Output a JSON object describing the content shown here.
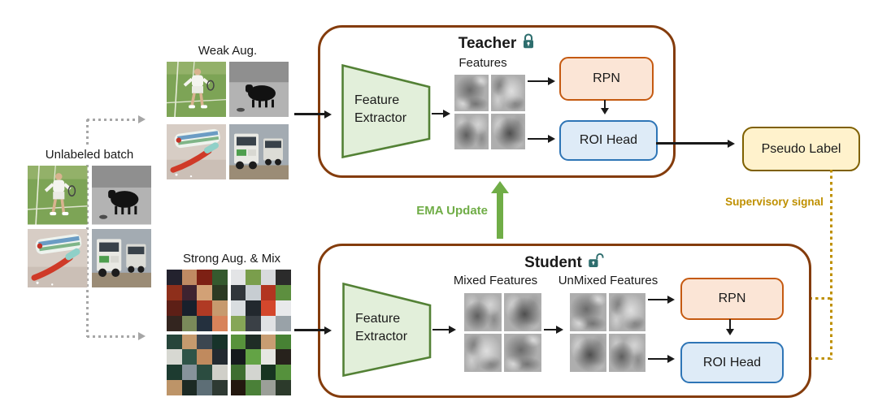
{
  "colors": {
    "frame_border": "#843C0C",
    "extractor_fill": "#E2EFDA",
    "extractor_border": "#538135",
    "rpn_fill": "#FBE5D6",
    "rpn_border": "#C55A11",
    "roi_fill": "#DEEBF7",
    "roi_border": "#2E75B6",
    "pseudo_fill": "#FFF2CC",
    "pseudo_border": "#7F6000",
    "ema_green": "#70AD47",
    "gold": "#BF9000",
    "gray": "#A6A6A6",
    "lock_teal": "#2E6E6E"
  },
  "left_panel": {
    "unlabeled_label": "Unlabeled batch",
    "weak_label": "Weak Aug.",
    "strong_label": "Strong Aug. & Mix",
    "images": [
      "tennis-player",
      "cow",
      "toothbrush",
      "trucks"
    ]
  },
  "teacher": {
    "title": "Teacher",
    "lock_icon": "lock-closed-icon",
    "extractor_label": "Feature Extractor",
    "features_label": "Features",
    "rpn_label": "RPN",
    "roi_label": "ROI Head"
  },
  "student": {
    "title": "Student",
    "lock_icon": "lock-open-icon",
    "extractor_label": "Feature Extractor",
    "mixed_label": "Mixed Features",
    "unmixed_label": "UnMixed Features",
    "rpn_label": "RPN",
    "roi_label": "ROI Head"
  },
  "pseudo": {
    "label": "Pseudo Label"
  },
  "ema": {
    "label": "EMA Update"
  },
  "supervisory": {
    "label": "Supervisory signal"
  }
}
